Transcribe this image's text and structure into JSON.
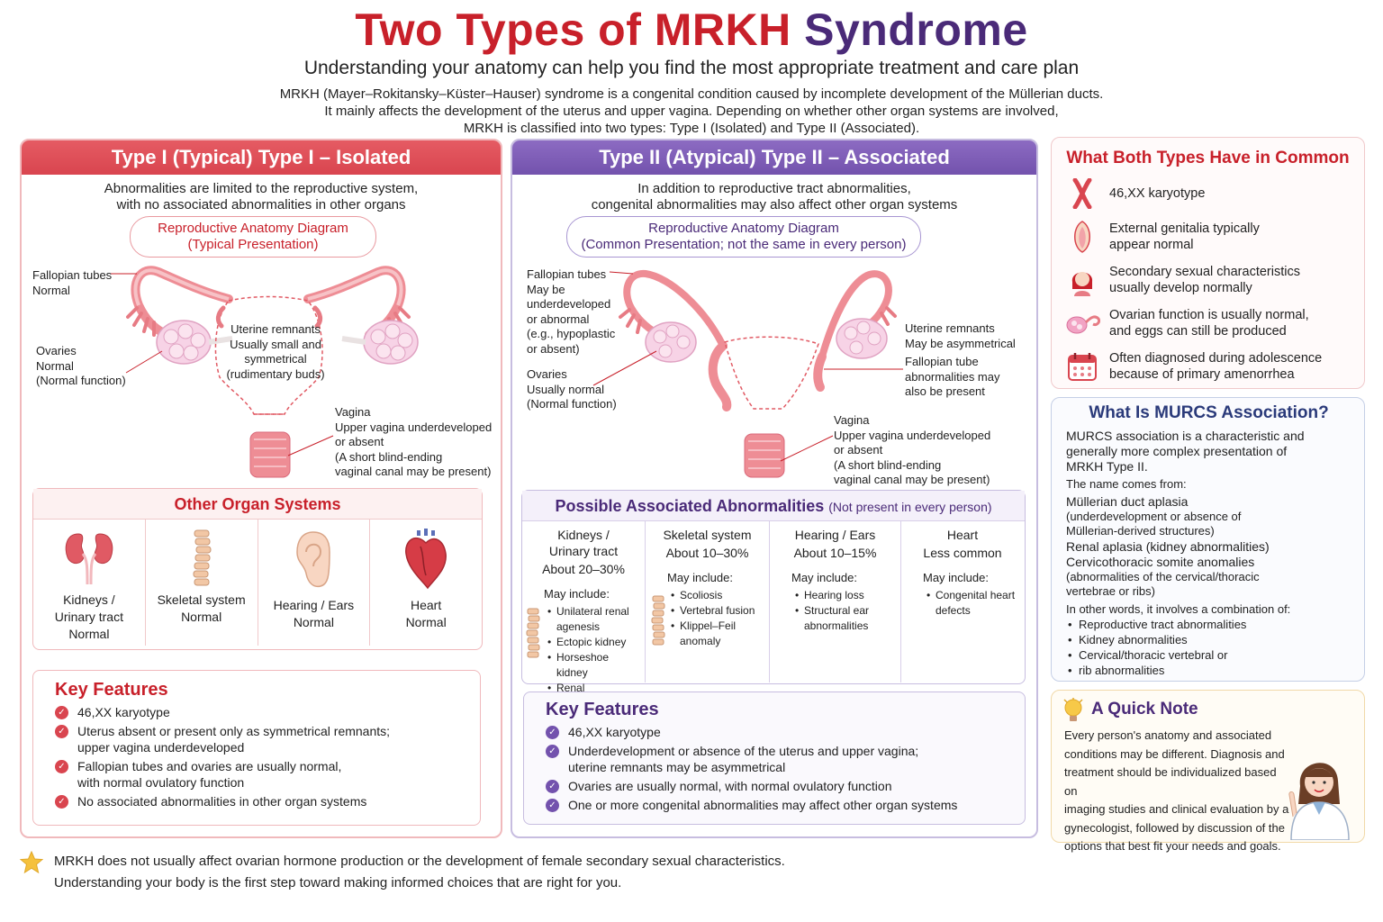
{
  "header": {
    "title_part1": "Two Types of MRKH",
    "title_part2": "Syndrome",
    "subtitle": "Understanding your anatomy can help you find the most appropriate treatment and care plan",
    "intro_lines": [
      "MRKH (Mayer–Rokitansky–Küster–Hauser) syndrome is a congenital condition caused by incomplete development of the Müllerian ducts.",
      "It mainly affects the development of the uterus and upper vagina. Depending on whether other organ systems are involved,",
      "MRKH is classified into two types: Type I (Isolated) and Type II (Associated)."
    ]
  },
  "type1": {
    "header": "Type I (Typical)  Type I – Isolated",
    "lead_lines": [
      "Abnormalities are limited to the reproductive system,",
      "with no associated abnormalities in other organs"
    ],
    "diagram_pill": [
      "Reproductive Anatomy Diagram",
      "(Typical Presentation)"
    ],
    "labels": {
      "tubes": [
        "Fallopian tubes",
        "Normal"
      ],
      "ovaries": [
        "Ovaries",
        "Normal",
        "(Normal function)"
      ],
      "uterus": [
        "Uterine remnants",
        "Usually small and",
        "symmetrical",
        "(rudimentary buds)"
      ],
      "vagina": [
        "Vagina",
        "Upper vagina underdeveloped",
        "or absent",
        "(A short blind-ending",
        "vaginal canal may be present)"
      ]
    },
    "other_organs_title": "Other Organ Systems",
    "organs": [
      {
        "icon": "kidney-icon",
        "lines": [
          "Kidneys /",
          "Urinary tract",
          "Normal"
        ]
      },
      {
        "icon": "spine-icon",
        "lines": [
          "Skeletal system",
          "Normal"
        ]
      },
      {
        "icon": "ear-icon",
        "lines": [
          "Hearing / Ears",
          "Normal"
        ]
      },
      {
        "icon": "heart-icon",
        "lines": [
          "Heart",
          "Normal"
        ]
      }
    ],
    "key_title": "Key Features",
    "key_features": [
      [
        "46,XX karyotype"
      ],
      [
        "Uterus absent or present only as symmetrical remnants;",
        "upper vagina underdeveloped"
      ],
      [
        "Fallopian tubes and ovaries are usually normal,",
        "with normal ovulatory function"
      ],
      [
        "No associated abnormalities in other organ systems"
      ]
    ]
  },
  "type2": {
    "header": "Type II (Atypical)  Type II – Associated",
    "lead_lines": [
      "In addition to reproductive tract abnormalities,",
      "congenital abnormalities may also affect other organ systems"
    ],
    "diagram_pill": [
      "Reproductive Anatomy Diagram",
      "(Common Presentation; not the same in every person)"
    ],
    "labels": {
      "tubes": [
        "Fallopian tubes",
        "May be",
        "underdeveloped",
        "or abnormal",
        "(e.g., hypoplastic",
        "or absent)"
      ],
      "ovaries": [
        "Ovaries",
        "Usually normal",
        "(Normal function)"
      ],
      "uterus": [
        "Uterine remnants",
        "May be asymmetrical"
      ],
      "tube_abn": [
        "Fallopian tube",
        "abnormalities may",
        "also be present"
      ],
      "vagina": [
        "Vagina",
        "Upper vagina underdeveloped",
        "or absent",
        "(A short blind-ending",
        "vaginal canal may be present)"
      ]
    },
    "assoc_title": "Possible Associated Abnormalities",
    "assoc_note": "(Not present in every person)",
    "assoc": [
      {
        "head": [
          "Kidneys /",
          "Urinary tract"
        ],
        "pct": "About 20–30%",
        "may": "May include:",
        "items": [
          "Unilateral renal agenesis",
          "Ectopic kidney",
          "Horseshoe kidney",
          "Renal hypoplasia"
        ]
      },
      {
        "head": [
          "Skeletal system"
        ],
        "pct": "About 10–30%",
        "may": "May include:",
        "items": [
          "Scoliosis",
          "Vertebral fusion",
          "Klippel–Feil anomaly"
        ]
      },
      {
        "head": [
          "Hearing / Ears"
        ],
        "pct": "About 10–15%",
        "may": "May include:",
        "items": [
          "Hearing loss",
          "Structural ear abnormalities"
        ]
      },
      {
        "head": [
          "Heart"
        ],
        "pct": "Less common",
        "may": "May include:",
        "items": [
          "Congenital heart defects"
        ]
      }
    ],
    "key_title": "Key Features",
    "key_features": [
      [
        "46,XX karyotype"
      ],
      [
        "Underdevelopment or absence of the uterus and upper vagina;",
        "uterine remnants may be asymmetrical"
      ],
      [
        "Ovaries are usually normal, with normal ovulatory function"
      ],
      [
        "One or more congenital abnormalities may affect other organ systems"
      ]
    ]
  },
  "common": {
    "title": "What Both Types Have in Common",
    "items": [
      {
        "icon": "chromosome-icon",
        "lines": [
          "46,XX karyotype"
        ]
      },
      {
        "icon": "genitalia-icon",
        "lines": [
          "External genitalia typically",
          "appear normal"
        ]
      },
      {
        "icon": "woman-icon",
        "lines": [
          "Secondary sexual characteristics",
          "usually develop normally"
        ]
      },
      {
        "icon": "ovary-icon",
        "lines": [
          "Ovarian function is usually normal,",
          "and eggs can still be produced"
        ]
      },
      {
        "icon": "calendar-icon",
        "lines": [
          "Often diagnosed during adolescence",
          "because of primary amenorrhea"
        ]
      }
    ]
  },
  "murcs": {
    "title": "What Is MURCS Association?",
    "intro": [
      "MURCS association is a characteristic and",
      "generally more complex presentation of",
      "MRKH Type II."
    ],
    "name_from": "The name comes from:",
    "parts": [
      [
        "Müllerian duct aplasia",
        "(underdevelopment or absence of",
        "Müllerian-derived structures)"
      ],
      [
        "Renal aplasia (kidney abnormalities)"
      ],
      [
        "Cervicothoracic somite anomalies",
        "(abnormalities of the cervical/thoracic",
        "vertebrae or ribs)"
      ]
    ],
    "combo": "In other words, it involves a combination of:",
    "combo_items": [
      "Reproductive tract abnormalities",
      "Kidney abnormalities",
      "Cervical/thoracic vertebral or",
      "rib abnormalities"
    ]
  },
  "quick_note": {
    "title": "A Quick Note",
    "lines": [
      "Every person's anatomy and associated",
      "conditions may be different. Diagnosis and",
      "treatment should be individualized based on",
      "imaging studies and clinical evaluation by a",
      "gynecologist, followed by discussion of the",
      "options that best fit your needs and goals."
    ]
  },
  "footer": {
    "lines": [
      "MRKH does not usually affect ovarian hormone production or the development of female secondary sexual characteristics.",
      "Understanding your body is the first step toward making informed choices that are right for you."
    ]
  },
  "colors": {
    "red": "#c8202a",
    "purple": "#4a2a78",
    "navy": "#2a3a7a",
    "tissue": "#ee8d95"
  }
}
